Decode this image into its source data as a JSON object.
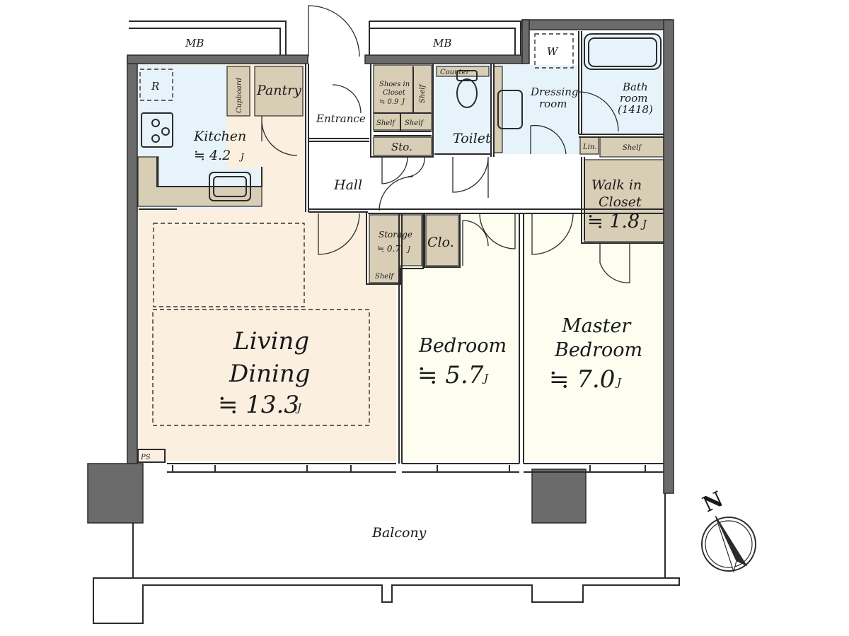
{
  "colors": {
    "living_floor": "#fbefe0",
    "bedroom_floor": "#fdfdf0",
    "wet_floor": "#e7f3fb",
    "storage_fill": "#d8ceb5",
    "wall": "#6b6b6b",
    "line": "#2b2b2b"
  },
  "rooms": {
    "mb_left": "MB",
    "mb_right": "MB",
    "r": "R",
    "cupboard": "Cupboard",
    "pantry": "Pantry",
    "kitchen": {
      "name": "Kitchen",
      "size": "≒ 4.2",
      "unit": "J"
    },
    "entrance": "Entrance",
    "shoes": {
      "line1": "Shoes in",
      "line2": "Closet",
      "size": "≒ 0.9",
      "unit": "J"
    },
    "shelf_shoes_side": "Shelf",
    "shelf_shoes_1": "Shelf",
    "shelf_shoes_2": "Shelf",
    "sto": "Sto.",
    "counter": "Counter",
    "toilet": "Toilet",
    "w": "W",
    "dressing": {
      "line1": "Dressing",
      "line2": "room"
    },
    "bath": {
      "line1": "Bath",
      "line2": "room",
      "line3": "(1418)"
    },
    "lin": "Lin.",
    "shelf_bath": "Shelf",
    "walk_in": {
      "line1": "Walk in",
      "line2": "Closet",
      "size": "≒ 1.8",
      "unit": "J"
    },
    "hall": "Hall",
    "storage": {
      "name": "Storage",
      "size": "≒ 0.7",
      "unit": "J"
    },
    "shelf_storage": "Shelf",
    "clo": "Clo.",
    "living": {
      "line1": "Living",
      "line2": "Dining",
      "size": "≒ 13.3",
      "unit": "J"
    },
    "bedroom": {
      "name": "Bedroom",
      "size": "≒ 5.7",
      "unit": "J"
    },
    "master": {
      "line1": "Master",
      "line2": "Bedroom",
      "size": "≒ 7.0",
      "unit": "J"
    },
    "ps": "PS",
    "balcony": "Balcony"
  },
  "compass": {
    "label": "N",
    "icon": "north-arrow-icon"
  }
}
